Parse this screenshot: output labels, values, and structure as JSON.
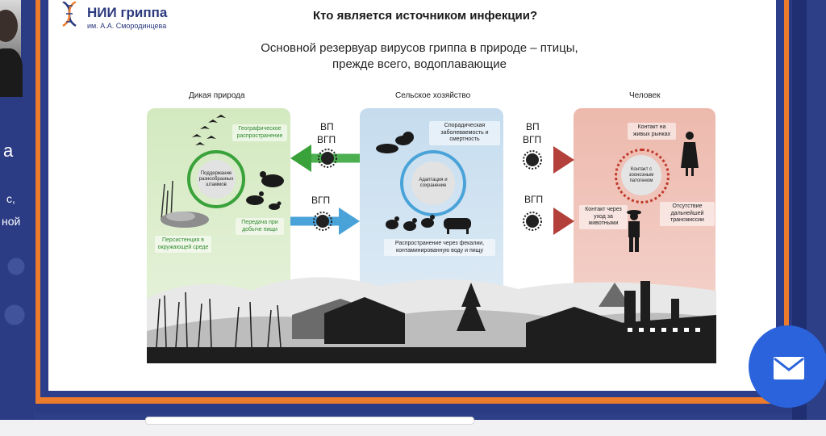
{
  "sidebar": {
    "text_1": "а",
    "text_2": "с,",
    "text_3": "ной"
  },
  "logo": {
    "name": "НИИ гриппа",
    "subtitle": "им. А.А. Смородинцева"
  },
  "slide": {
    "title": "Кто является источником инфекции?",
    "subtitle_line1": "Основной резервуар вирусов гриппа в природе – птицы,",
    "subtitle_line2": "прежде всего, водоплавающие"
  },
  "columns": {
    "wild": "Дикая природа",
    "farm": "Сельское хозяйство",
    "human": "Человек"
  },
  "wild_panel": {
    "geo": "Географическое распространение",
    "cycle": "Поддержание разнообразных штаммов",
    "transfer": "Передача при добыче пищи",
    "persist": "Персистенция в окружающей среде"
  },
  "farm_panel": {
    "sporadic": "Спорадическая заболеваемость и смертность",
    "cycle": "Адаптация и сохранение",
    "spread": "Распространение через фекалии, контаминированную воду и пищу"
  },
  "human_panel": {
    "market": "Контакт на живых рынках",
    "cycle": "Контакт с зоонозным патогеном",
    "care": "Контакт через уход за животными",
    "no_transmission": "Отсутствие дальнейшей трансмиссии"
  },
  "arrows": {
    "left_top_1": "ВП",
    "left_top_2": "ВГП",
    "left_bottom": "ВГП",
    "right_top_1": "ВП",
    "right_top_2": "ВГП",
    "right_bottom": "ВГП"
  },
  "colors": {
    "orange_frame": "#ec7b2c",
    "blue_frame": "#2c3e8a",
    "fab": "#2a63db",
    "green_arrow": "#4caf50",
    "blue_arrow": "#4aa3d8",
    "red_arrow": "#b3403a"
  },
  "icons": {
    "fab": "mail-icon"
  }
}
